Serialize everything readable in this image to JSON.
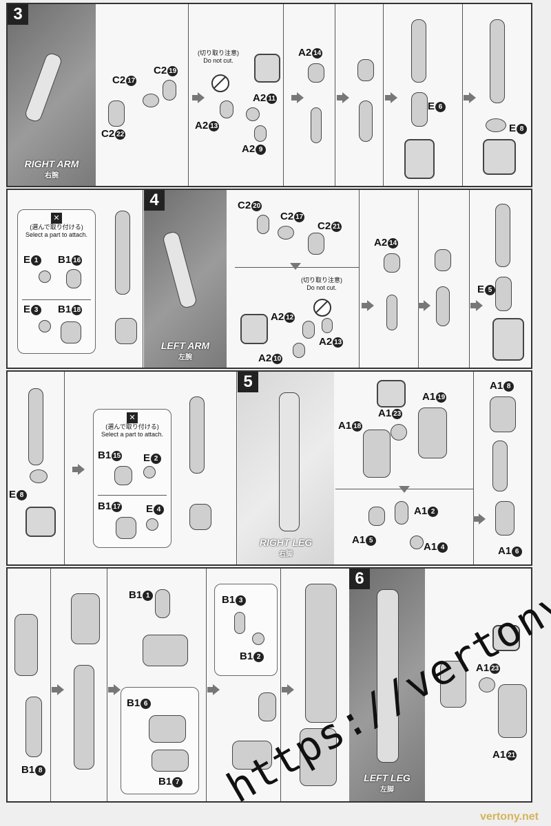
{
  "steps": {
    "s3": {
      "number": "3",
      "label": "RIGHT ARM",
      "label_jp": "右腕"
    },
    "s4": {
      "number": "4",
      "label": "LEFT ARM",
      "label_jp": "左腕"
    },
    "s5": {
      "number": "5",
      "label": "RIGHT LEG",
      "label_jp": "右脚"
    },
    "s6": {
      "number": "6",
      "label": "LEFT LEG",
      "label_jp": "左脚"
    }
  },
  "notes": {
    "do_not_cut_jp": "(切り取り注意)",
    "do_not_cut": "Do not cut.",
    "select_jp": "(選んで取り付ける)",
    "select": "Select a part to attach."
  },
  "parts": {
    "c2": "C2",
    "a2": "A2",
    "e": "E",
    "a1": "A1",
    "b1": "B1",
    "n1": "1",
    "n2": "2",
    "n3": "3",
    "n4": "4",
    "n5": "5",
    "n6": "6",
    "n7": "7",
    "n8": "8",
    "n9": "9",
    "n10": "10",
    "n11": "11",
    "n12": "12",
    "n13": "13",
    "n14": "14",
    "n15": "15",
    "n16": "16",
    "n17": "17",
    "n18": "18",
    "n19": "19",
    "n20": "20",
    "n21": "21",
    "n22": "22",
    "n23": "23"
  },
  "watermark": "https://vertony.net/",
  "brand": "vertony.net"
}
